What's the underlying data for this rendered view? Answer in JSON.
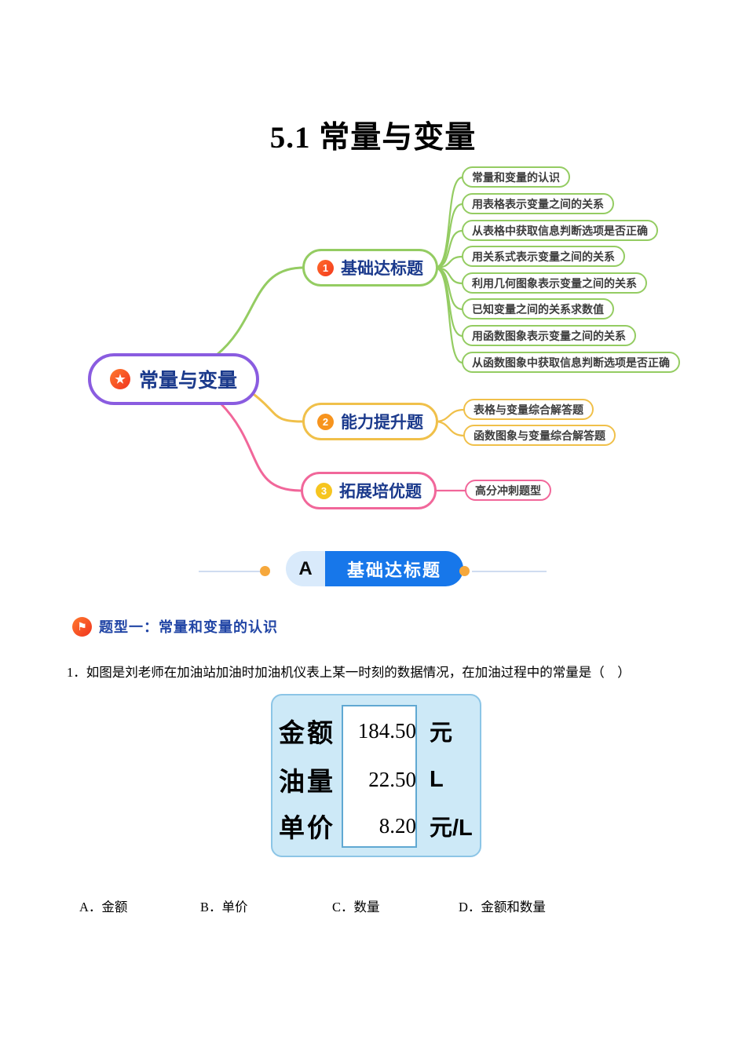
{
  "title": "5.1 常量与变量",
  "colors": {
    "purple": "#8a5ce0",
    "green": "#94cc62",
    "yellow": "#f0c04a",
    "pink": "#f1679a",
    "navy": "#1b3a8c",
    "leaf_text": "#3d3d3d",
    "badge_red": "#f8502c",
    "badge_orange": "#f7941e",
    "badge_gold": "#f6c51f",
    "banner_blue": "#1777ea",
    "banner_light_blue": "#d9eafb",
    "banner_dot_orange": "#f6a83c"
  },
  "mindmap": {
    "root": {
      "label": "常量与变量",
      "icon": "star-icon",
      "glyph": "★"
    },
    "branches": [
      {
        "num": "1",
        "label": "基础达标题",
        "leaves": [
          "常量和变量的认识",
          "用表格表示变量之间的关系",
          "从表格中获取信息判断选项是否正确",
          "用关系式表示变量之间的关系",
          "利用几何图象表示变量之间的关系",
          "已知变量之间的关系求数值",
          "用函数图象表示变量之间的关系",
          "从函数图象中获取信息判断选项是否正确"
        ]
      },
      {
        "num": "2",
        "label": "能力提升题",
        "leaves": [
          "表格与变量综合解答题",
          "函数图象与变量综合解答题"
        ]
      },
      {
        "num": "3",
        "label": "拓展培优题",
        "leaves": [
          "高分冲刺题型"
        ]
      }
    ]
  },
  "section_banner": {
    "letter": "A",
    "label": "基础达标题"
  },
  "topic_header": {
    "icon": "flag-icon",
    "glyph": "⚑",
    "label": "题型一：常量和变量的认识"
  },
  "question": {
    "text": "1．如图是刘老师在加油站加油时加油机仪表上某一时刻的数据情况，在加油过程中的常量是（　）",
    "pump_display": {
      "rows": [
        {
          "label": "金额",
          "value": "184.50",
          "unit": "元"
        },
        {
          "label": "油量",
          "value": "22.50",
          "unit": "L"
        },
        {
          "label": "单价",
          "value": "8.20",
          "unit": "元/L"
        }
      ]
    },
    "options": [
      "A．金额",
      "B．单价",
      "C．数量",
      "D．金额和数量"
    ]
  }
}
